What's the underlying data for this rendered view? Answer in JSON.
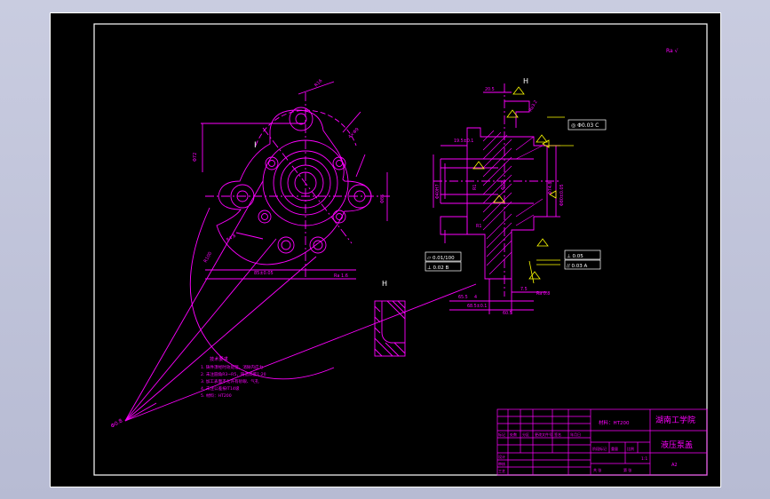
{
  "colors": {
    "chrome": "#bfc3d9",
    "background": "#000000",
    "frame": "#ffffff",
    "geometry": "#ff00ff",
    "dimension": "#ffff00",
    "axis": "#ff00ff"
  },
  "drawing": {
    "roughness_mark": "Ra √",
    "section_label_top": "H",
    "section_label_bottom": "H",
    "view_label": "I",
    "callouts": {
      "flatness_top": "◎ Φ0.03 C",
      "flatness_left_1": "▱ 0.01/100",
      "flatness_left_2": "⊥ 0.02 B",
      "tol_right_1": "⊥ 0.05",
      "tol_right_2": "// 0.03 A"
    },
    "tech_requirements": {
      "title": "技术要求",
      "lines": [
        "1. 铸件须经时效处理，消除内应力",
        "2. 未注圆角R3~R5，铸造斜度1:20",
        "3. 加工表面不允许有砂眼、气孔",
        "4. 未注公差按IT14级",
        "5. 材料：HT200"
      ]
    },
    "leader_text": "Φ0.8"
  },
  "title_block": {
    "school": "湖南工学院",
    "drawing_name": "液压泵盖",
    "material": "材料：HT200",
    "scale_label": "1:1",
    "sheet_code": "A2",
    "row_labels": [
      "标记",
      "处数",
      "分区",
      "更改文件号",
      "签名",
      "年月日"
    ],
    "row_labels_2": [
      "设计",
      "审核",
      "工艺"
    ],
    "stage_labels": [
      "阶段标记",
      "重量",
      "比例"
    ],
    "sheet_labels": [
      "共 张",
      "第 张"
    ]
  }
}
